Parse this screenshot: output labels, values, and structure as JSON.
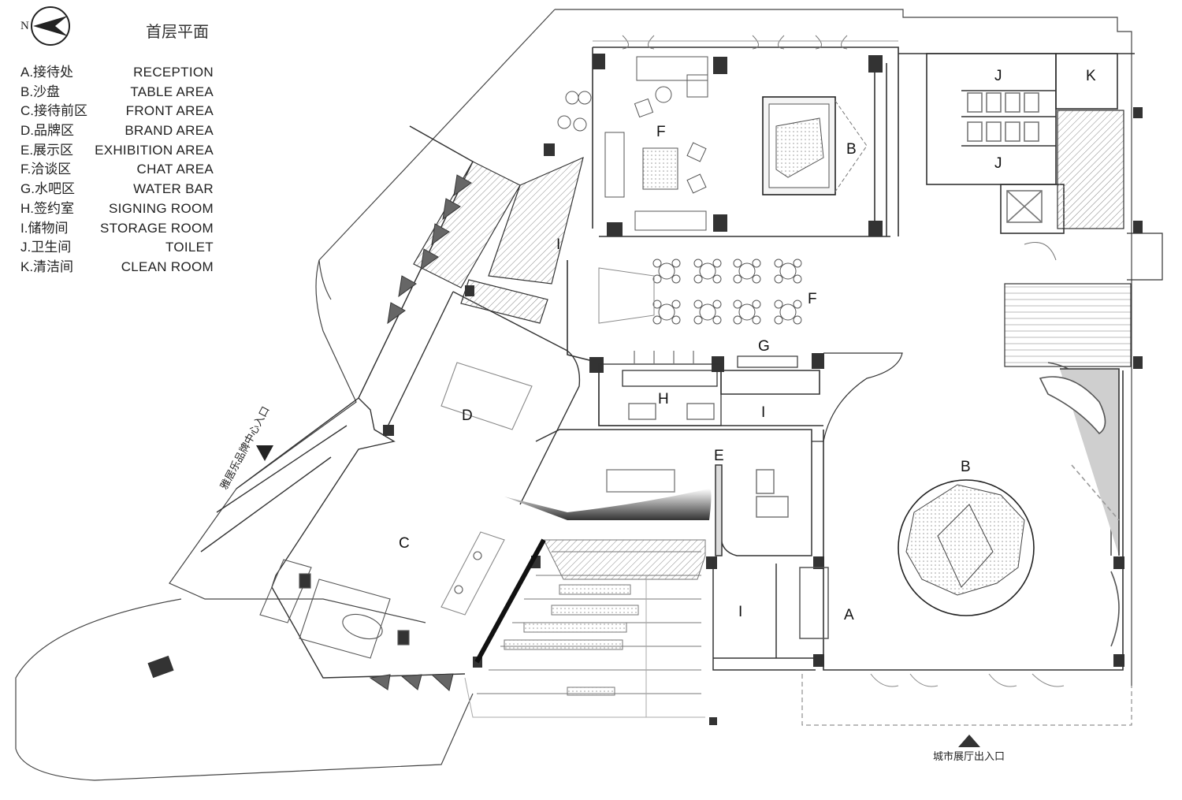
{
  "title": "首层平面",
  "north_label": "N",
  "legend": [
    {
      "key": "A",
      "zh": "A.接待处",
      "en": "RECEPTION"
    },
    {
      "key": "B",
      "zh": "B.沙盘",
      "en": "TABLE AREA"
    },
    {
      "key": "C",
      "zh": "C.接待前区",
      "en": "FRONT AREA"
    },
    {
      "key": "D",
      "zh": "D.品牌区",
      "en": "BRAND AREA"
    },
    {
      "key": "E",
      "zh": "E.展示区",
      "en": "EXHIBITION AREA"
    },
    {
      "key": "F",
      "zh": "F.洽谈区",
      "en": "CHAT AREA"
    },
    {
      "key": "G",
      "zh": "G.水吧区",
      "en": "WATER BAR"
    },
    {
      "key": "H",
      "zh": "H.签约室",
      "en": "SIGNING ROOM"
    },
    {
      "key": "I",
      "zh": "I.储物间",
      "en": "STORAGE ROOM"
    },
    {
      "key": "J",
      "zh": "J.卫生间",
      "en": "TOILET"
    },
    {
      "key": "K",
      "zh": "K.清洁间",
      "en": "CLEAN ROOM"
    }
  ],
  "room_labels": {
    "F_top": "F",
    "B_top": "B",
    "J_top": "J",
    "K": "K",
    "J_bottom": "J",
    "I_upper": "I",
    "F_mid": "F",
    "G": "G",
    "H": "H",
    "I_mid": "I",
    "D": "D",
    "E": "E",
    "B_round": "B",
    "C": "C",
    "I_lower": "I",
    "A": "A"
  },
  "entrances": {
    "brand_center": "雅居乐品牌中心入口",
    "city_exhibition": "城市展厅出入口"
  }
}
